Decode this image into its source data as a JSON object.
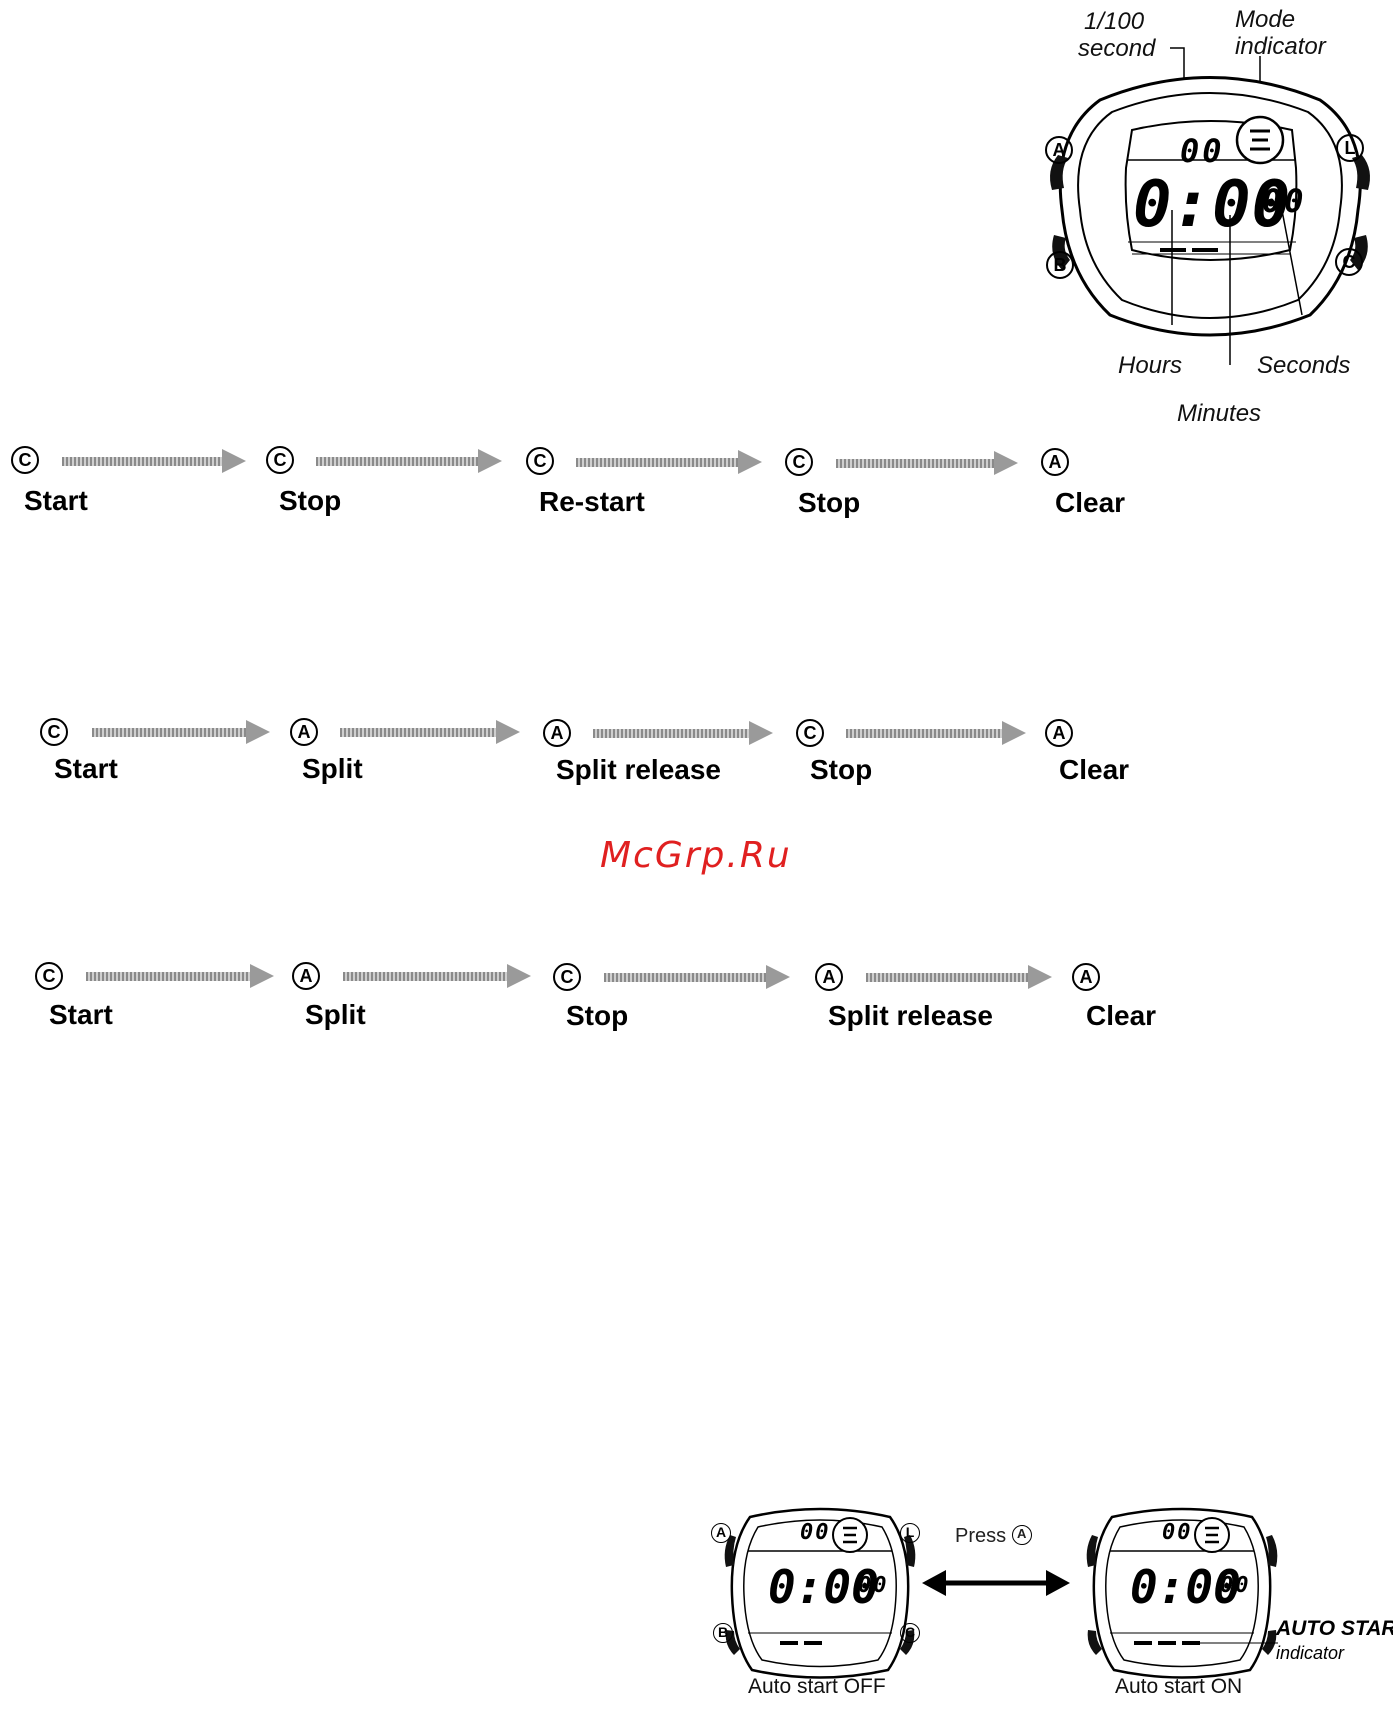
{
  "main_diagram": {
    "callouts": {
      "hundredth": [
        "1/100",
        "second"
      ],
      "mode": [
        "Mode",
        "indicator"
      ],
      "hours": "Hours",
      "minutes": "Minutes",
      "seconds": "Seconds"
    },
    "buttons": {
      "a": "A",
      "l": "L",
      "b": "B",
      "c": "C"
    },
    "display": {
      "hundredths": "00",
      "main": "0:00",
      "seconds": "00"
    }
  },
  "sequences": [
    {
      "steps": [
        {
          "button": "C",
          "label": "Start"
        },
        {
          "button": "C",
          "label": "Stop"
        },
        {
          "button": "C",
          "label": "Re-start"
        },
        {
          "button": "C",
          "label": "Stop"
        },
        {
          "button": "A",
          "label": "Clear"
        }
      ]
    },
    {
      "steps": [
        {
          "button": "C",
          "label": "Start"
        },
        {
          "button": "A",
          "label": "Split"
        },
        {
          "button": "A",
          "label": "Split release"
        },
        {
          "button": "C",
          "label": "Stop"
        },
        {
          "button": "A",
          "label": "Clear"
        }
      ]
    },
    {
      "steps": [
        {
          "button": "C",
          "label": "Start"
        },
        {
          "button": "A",
          "label": "Split"
        },
        {
          "button": "C",
          "label": "Stop"
        },
        {
          "button": "A",
          "label": "Split release"
        },
        {
          "button": "A",
          "label": "Clear"
        }
      ]
    }
  ],
  "watermark": "McGrp.Ru",
  "auto_start": {
    "press_text": "Press",
    "press_button": "A",
    "off_caption": "Auto start OFF",
    "on_caption": "Auto start ON",
    "indicator_title": "AUTO START",
    "indicator_sub": "indicator",
    "buttons": {
      "a": "A",
      "l": "L",
      "b": "B",
      "c": "C"
    },
    "display": {
      "hundredths": "00",
      "main": "0:00",
      "seconds": "00"
    }
  }
}
